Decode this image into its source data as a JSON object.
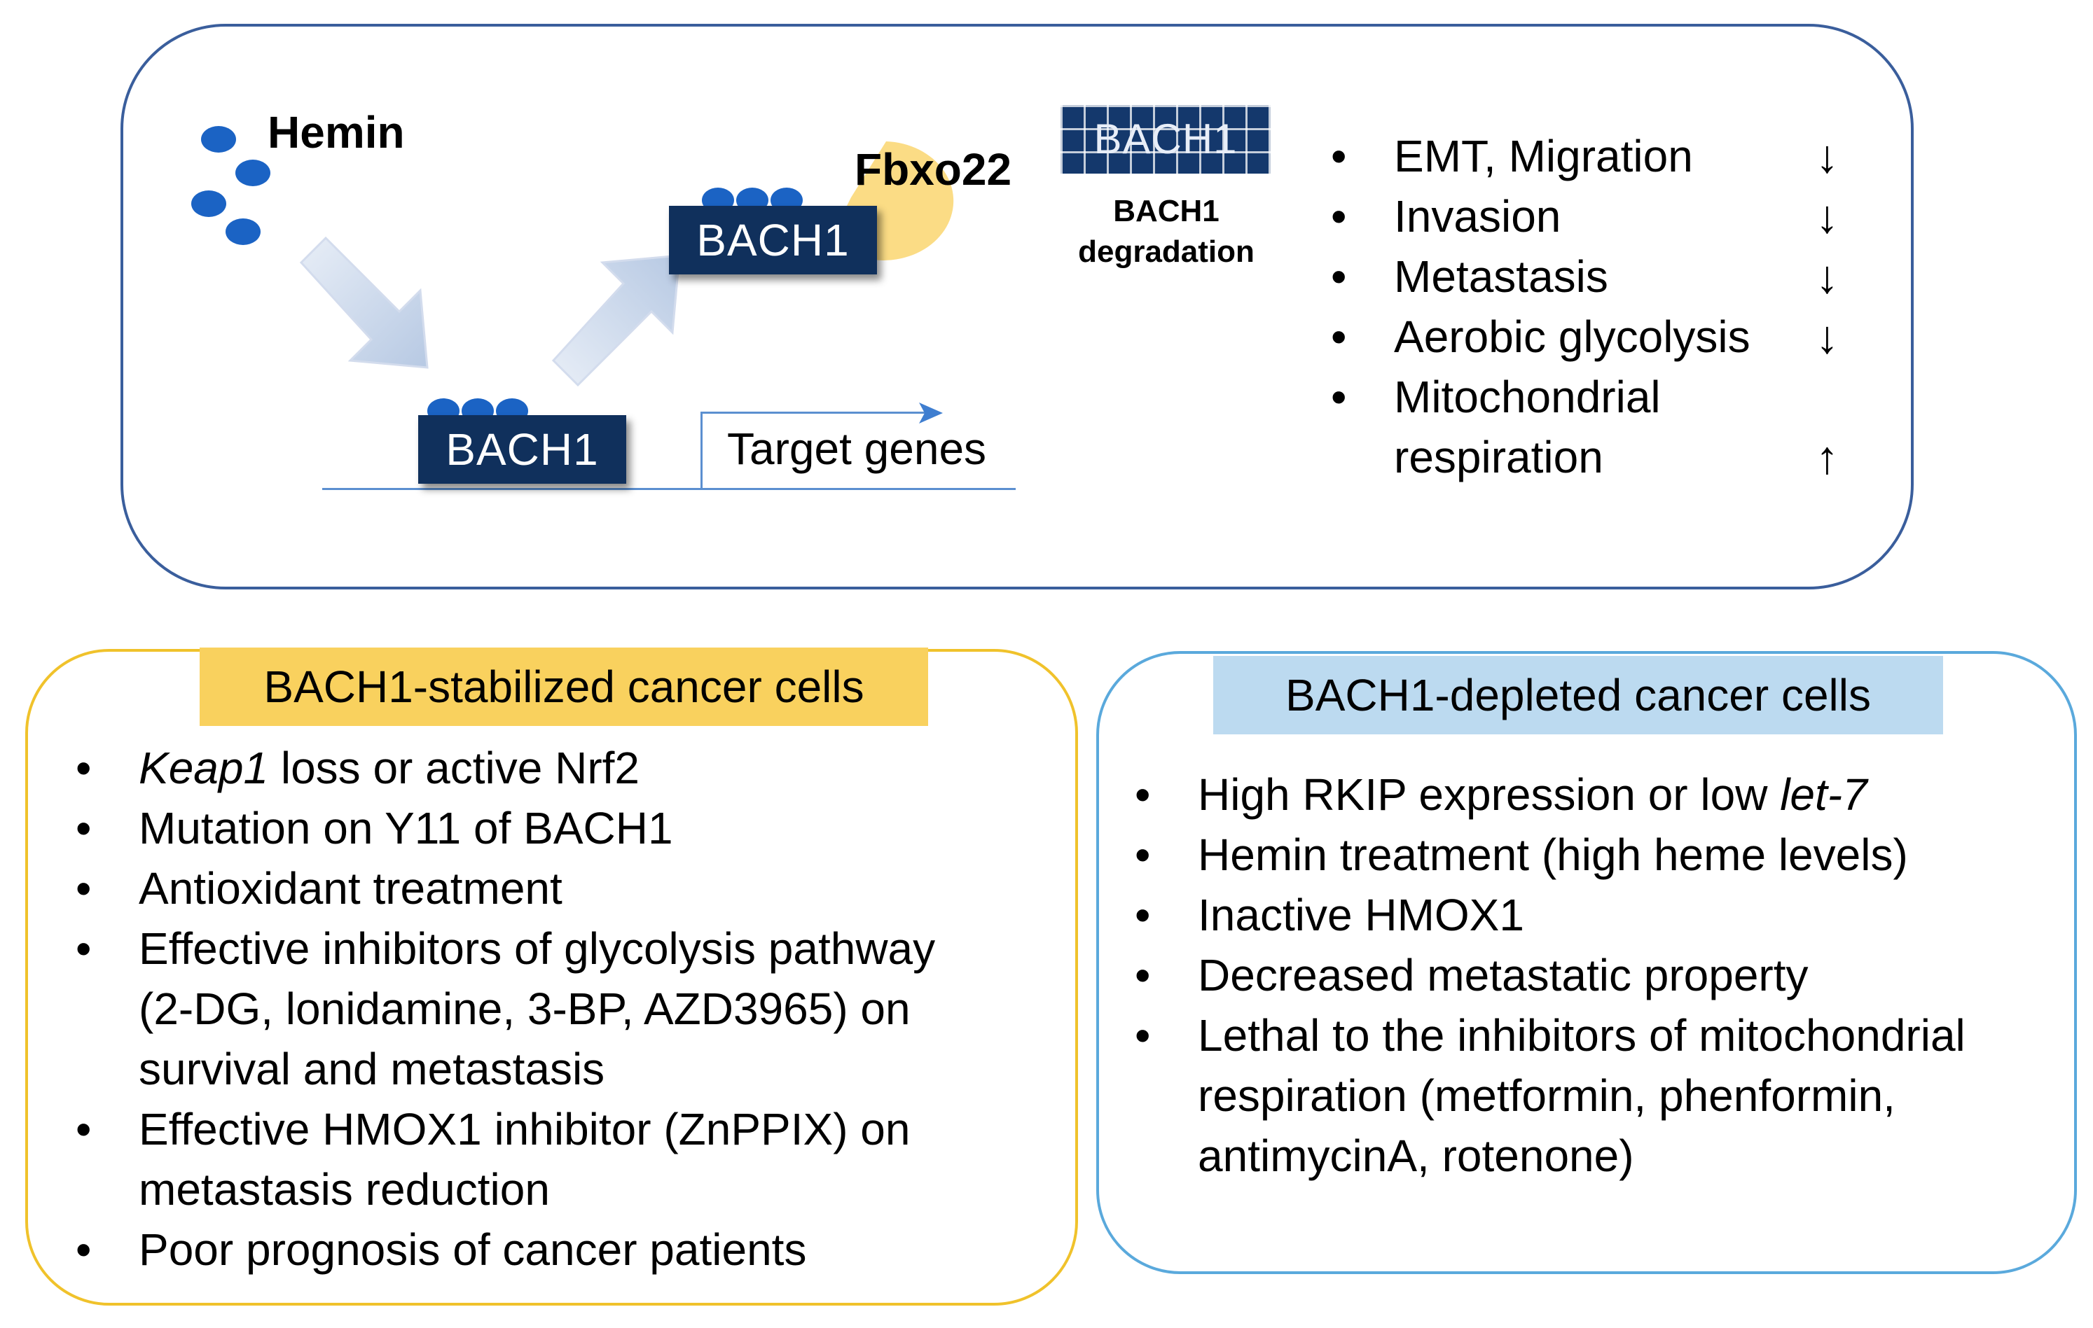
{
  "top": {
    "hemin_label": "Hemin",
    "fbxo22_label": "Fbxo22",
    "bach1_promoter_label": "BACH1",
    "bach1_bound_label": "BACH1",
    "bach1_degraded_label": "BACH1",
    "degradation_caption_line1": "BACH1",
    "degradation_caption_line2": "degradation",
    "target_genes_label": "Target genes",
    "effects": [
      {
        "text": "EMT, Migration",
        "arrow": "↓"
      },
      {
        "text": "Invasion",
        "arrow": "↓"
      },
      {
        "text": "Metastasis",
        "arrow": "↓"
      },
      {
        "text": "Aerobic glycolysis",
        "arrow": "↓"
      },
      {
        "text": "Mitochondrial",
        "arrow": ""
      },
      {
        "text": "respiration",
        "arrow": "↑"
      }
    ]
  },
  "stabilized": {
    "title": "BACH1-stabilized cancer cells",
    "items": [
      {
        "italic": "Keap1",
        "rest": " loss or active Nrf2"
      },
      {
        "text": "Mutation on Y11 of BACH1"
      },
      {
        "text": "Antioxidant treatment"
      },
      {
        "line1": "Effective inhibitors of glycolysis pathway",
        "line2": "(2-DG, lonidamine, 3-BP, AZD3965) on",
        "line3": "survival and metastasis"
      },
      {
        "line1": "Effective HMOX1 inhibitor (ZnPPIX) on",
        "line2": "metastasis reduction"
      },
      {
        "text": "Poor prognosis of cancer patients"
      }
    ]
  },
  "depleted": {
    "title": "BACH1-depleted cancer cells",
    "items": [
      {
        "text": "High RKIP expression or low ",
        "italic": "let-7"
      },
      {
        "text": "Hemin treatment (high heme levels)"
      },
      {
        "text": "Inactive HMOX1"
      },
      {
        "text": "Decreased metastatic property"
      },
      {
        "line1": "Lethal to the inhibitors of mitochondrial",
        "line2": "respiration (metformin, phenformin,",
        "line3": "antimycinA, rotenone)"
      }
    ]
  },
  "colors": {
    "top_border": "#3a5e9c",
    "stabilized_border": "#f0c22b",
    "stabilized_title_bg": "#f9d15e",
    "depleted_border": "#5aa9dc",
    "depleted_title_bg": "#bcdaf0",
    "bach1_box": "#10305c",
    "hemin_dot": "#1b63c4",
    "fbxo22_bg": "#fbdc85"
  }
}
